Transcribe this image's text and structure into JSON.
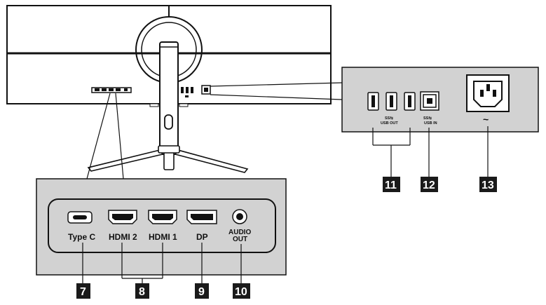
{
  "ports_panel": {
    "type_c": "Type C",
    "hdmi2": "HDMI 2",
    "hdmi1": "HDMI 1",
    "dp": "DP",
    "audio_out_line1": "AUDIO",
    "audio_out_line2": "OUT"
  },
  "usb_panel": {
    "usb_out": "USB OUT",
    "usb_in": "USB IN",
    "power_symbol": "~"
  },
  "callouts": {
    "n7": "7",
    "n8": "8",
    "n9": "9",
    "n10": "10",
    "n11": "11",
    "n12": "12",
    "n13": "13"
  },
  "colors": {
    "panel_fill": "#d2d2d2",
    "badge_fill": "#1a1a1a",
    "line": "#111111"
  }
}
